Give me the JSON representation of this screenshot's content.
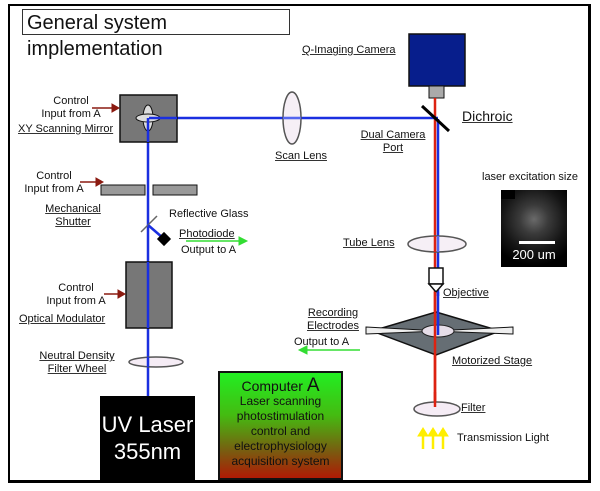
{
  "title": "General system implementation",
  "colors": {
    "uv_beam": "#1a2fe0",
    "transmitted_beam": "#dd2211",
    "control_arrow": "#8b1a10",
    "output_arrow": "#33dd33",
    "camera_body": "#071e8c",
    "component_gray": "#777777",
    "lens_fill": "#f5ecf5",
    "transmission_light": "#ffee00"
  },
  "components": {
    "xy_mirror": {
      "control": [
        "Control",
        "Input from A"
      ],
      "label": "XY Scanning Mirror"
    },
    "shutter": {
      "control": [
        "Control",
        "Input from A"
      ],
      "label": [
        "Mechanical",
        "Shutter"
      ]
    },
    "reflective_glass": {
      "label": "Reflective Glass"
    },
    "photodiode": {
      "label": "Photodiode",
      "output": "Output to A"
    },
    "optical_modulator": {
      "control": [
        "Control",
        "Input from A"
      ],
      "label": "Optical Modulator"
    },
    "nd_filter": {
      "label": [
        "Neutral Density",
        "Filter Wheel"
      ]
    },
    "uv_laser": {
      "line1": "UV Laser",
      "line2": "355nm"
    },
    "computer": {
      "heading": "Computer",
      "heading_letter": "A",
      "lines": [
        "Laser scanning",
        "photostimulation",
        "control and",
        "electrophysiology",
        "acquisition system"
      ]
    },
    "scan_lens": {
      "label": "Scan Lens"
    },
    "camera": {
      "label": "Q-Imaging Camera"
    },
    "dichroic": {
      "label": "Dichroic"
    },
    "camera_port": {
      "label": [
        "Dual Camera",
        "Port"
      ]
    },
    "tube_lens": {
      "label": "Tube Lens"
    },
    "objective": {
      "label": "Objective"
    },
    "electrodes": {
      "label": [
        "Recording",
        "Electrodes"
      ],
      "output": "Output to A"
    },
    "stage": {
      "label": "Motorized Stage"
    },
    "filter": {
      "label": "Filter"
    },
    "transmission": {
      "label": "Transmission Light"
    },
    "excitation": {
      "label": "laser excitation size",
      "scale": "200 um"
    }
  }
}
